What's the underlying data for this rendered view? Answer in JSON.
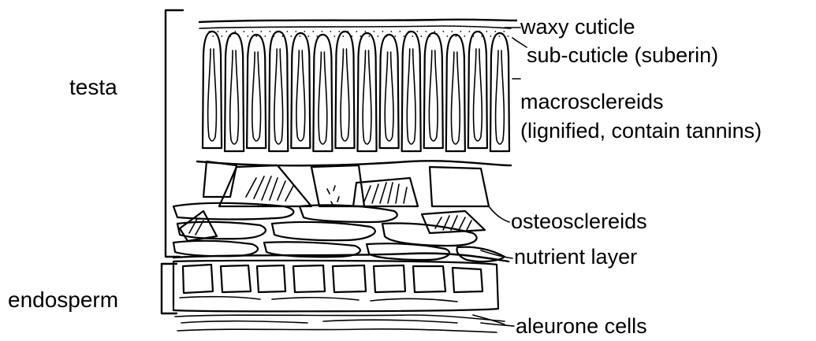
{
  "side_labels": {
    "testa": "testa",
    "endosperm": "endosperm"
  },
  "callouts": {
    "waxy_cuticle": "waxy cuticle",
    "sub_cuticle": "sub-cuticle (suberin)",
    "macrosclereids": "macrosclereids",
    "macrosclereids_note": "(lignified, contain tannins)",
    "osteosclereids": "osteosclereids",
    "nutrient_layer": "nutrient layer",
    "aleurone_cells": "aleurone cells"
  },
  "ink_color": "#000000",
  "background_color": "#ffffff"
}
